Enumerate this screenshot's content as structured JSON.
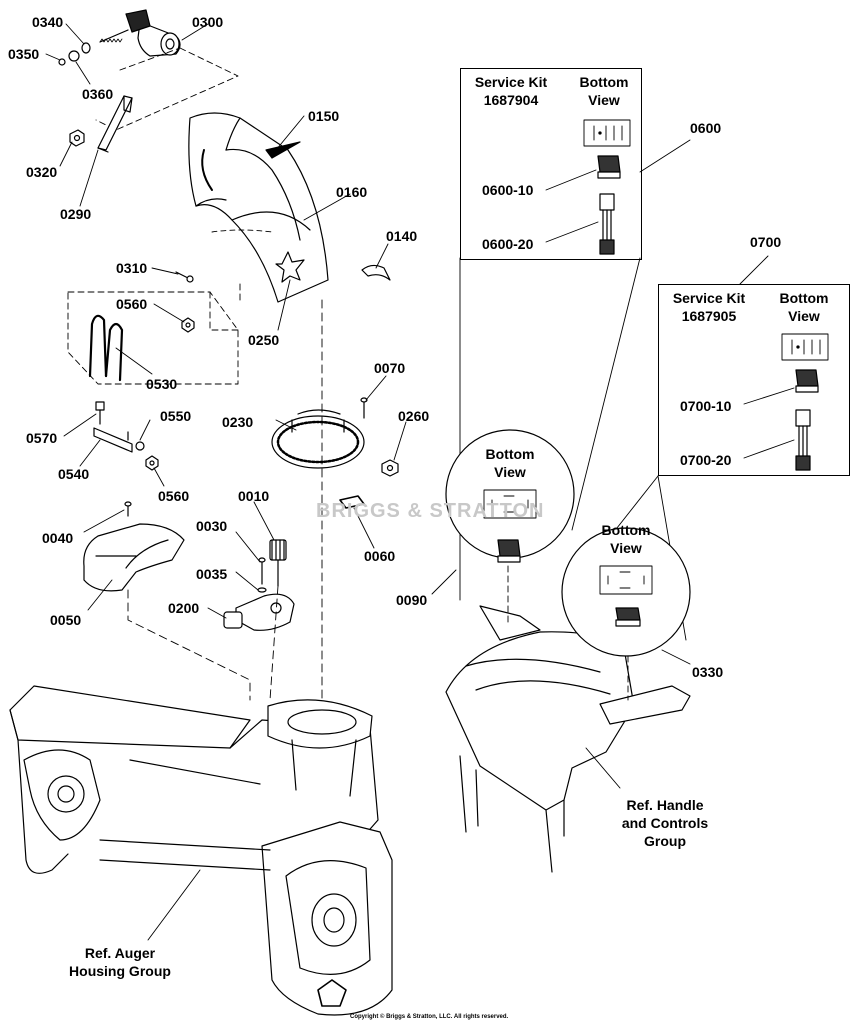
{
  "labels": {
    "p0340": "0340",
    "p0300": "0300",
    "p0350": "0350",
    "p0360": "0360",
    "p0320": "0320",
    "p0290": "0290",
    "p0150": "0150",
    "p0160": "0160",
    "p0140": "0140",
    "p0310": "0310",
    "p0250": "0250",
    "p0560a": "0560",
    "p0530": "0530",
    "p0570": "0570",
    "p0550": "0550",
    "p0540": "0540",
    "p0560b": "0560",
    "p0070": "0070",
    "p0230": "0230",
    "p0260": "0260",
    "p0040": "0040",
    "p0010": "0010",
    "p0030": "0030",
    "p0035": "0035",
    "p0200": "0200",
    "p0050": "0050",
    "p0060": "0060",
    "p0090": "0090",
    "p0330": "0330",
    "p0600": "0600",
    "p0600_10": "0600-10",
    "p0600_20": "0600-20",
    "p0700": "0700",
    "p0700_10": "0700-10",
    "p0700_20": "0700-20"
  },
  "kit1": {
    "title_line1": "Service Kit",
    "title_line2": "1687904",
    "view_line1": "Bottom",
    "view_line2": "View"
  },
  "kit2": {
    "title_line1": "Service Kit",
    "title_line2": "1687905",
    "view_line1": "Bottom",
    "view_line2": "View"
  },
  "circle1": {
    "line1": "Bottom",
    "line2": "View"
  },
  "circle2": {
    "line1": "Bottom",
    "line2": "View"
  },
  "refs": {
    "handle_line1": "Ref. Handle",
    "handle_line2": "and Controls",
    "handle_line3": "Group",
    "auger_line1": "Ref. Auger",
    "auger_line2": "Housing Group"
  },
  "watermark": "BRIGGS & STRATTON",
  "copyright": "Copyright © Briggs & Stratton, LLC. All rights reserved."
}
